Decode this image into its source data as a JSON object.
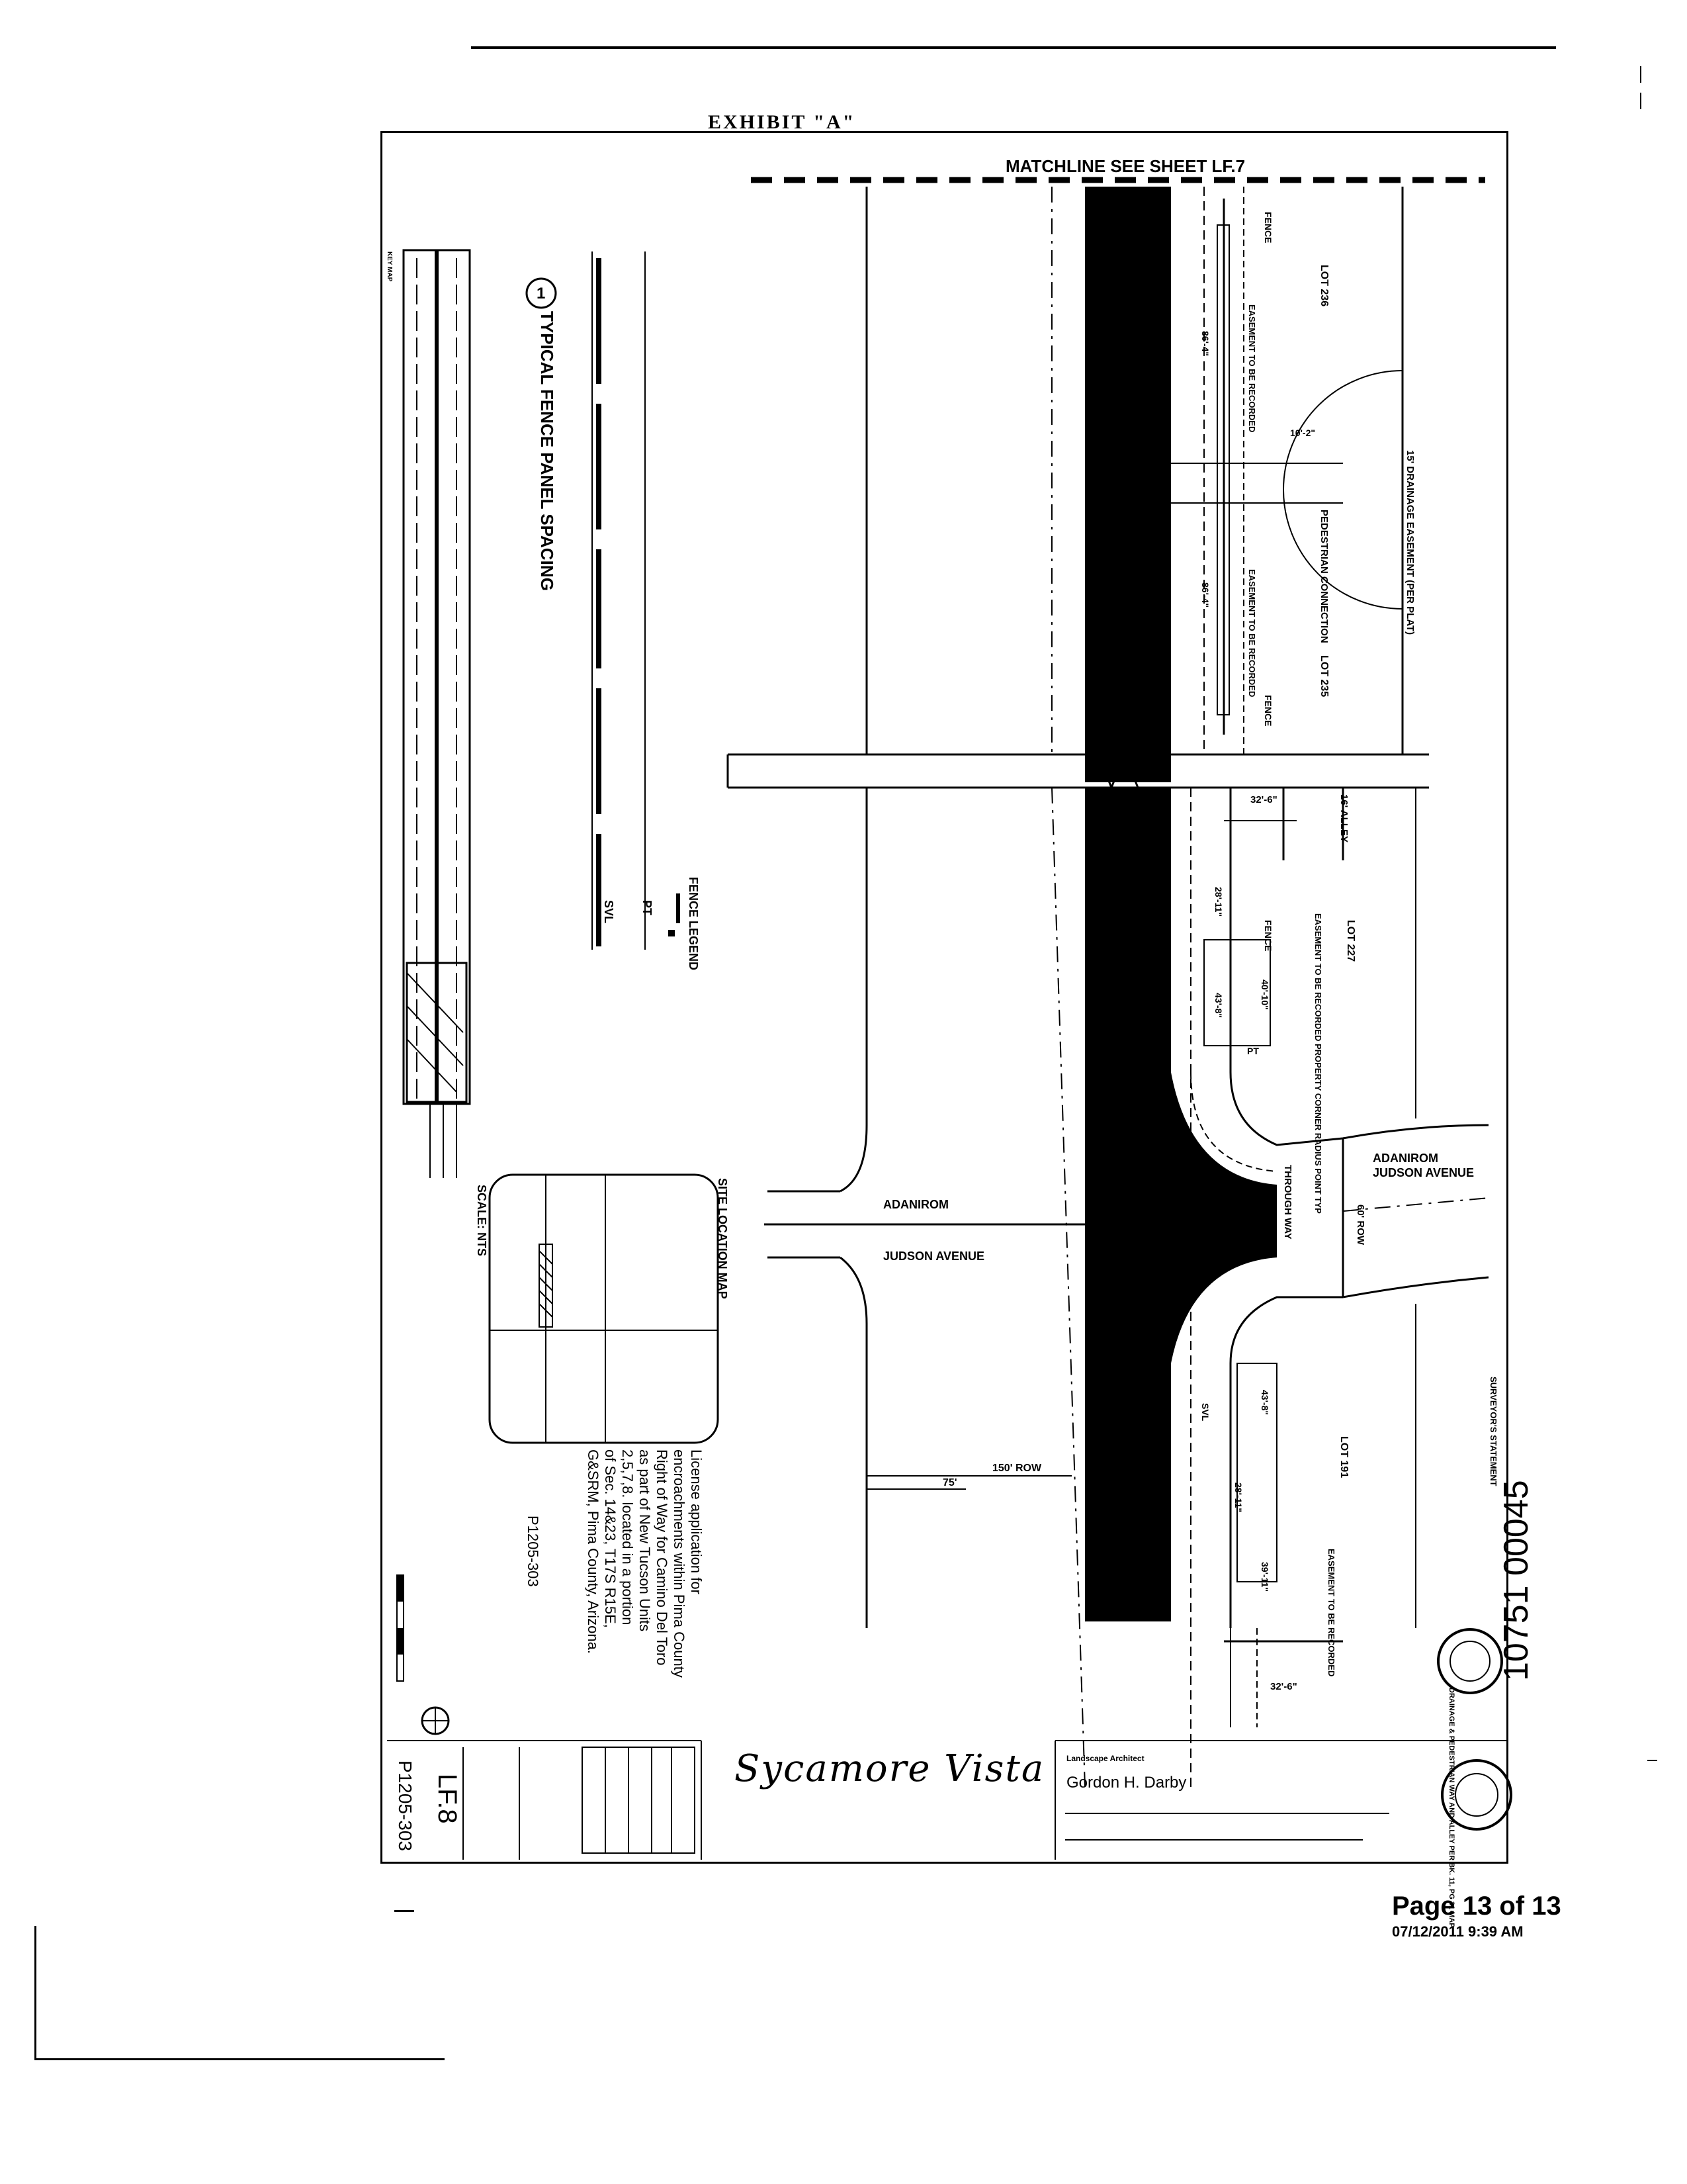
{
  "exhibit": {
    "title": "EXHIBIT \"A\""
  },
  "plan": {
    "matchline": "MATCHLINE SEE SHEET LF.7",
    "fence": "FENCE",
    "lot_236": "LOT 236",
    "lot_235": "LOT 235",
    "lot_227": "LOT 227",
    "lot_191": "LOT 191",
    "drainage_easement": "15' DRAINAGE EASEMENT (PER PLAT)",
    "pedestrian_connection": "PEDESTRIAN CONNECTION",
    "easement_recorded": "EASEMENT TO BE RECORDED",
    "alley": "16' ALLEY",
    "dim_32_6": "32'-6\"",
    "dim_86_4": "86'-4\"",
    "dim_10_2": "10'-2\"",
    "dim_40_10": "40'-10\"",
    "dim_43_8": "43'-8\"",
    "dim_28_11": "28'-11\"",
    "dim_39_11": "39'-11\"",
    "pt": "PT",
    "svl": "SVL",
    "property_corner": "EASEMENT TO BE RECORDED PROPERTY CORNER RADIUS POINT TYP",
    "through_way": "THROUGH WAY",
    "adanirom_right": "ADANIROM",
    "judson_right": "JUDSON AVENUE",
    "row_60": "60' ROW",
    "adanirom_left": "ADANIROM",
    "judson_left": "JUDSON AVENUE",
    "row_150": "150' ROW",
    "dim_75": "75'",
    "surveyors_statement": "SURVEYOR'S STATEMENT",
    "drainage_way": "DRAINAGE & PEDESTRIAN WAY AND ALLEY PER BK. 11, PG 31 MAP"
  },
  "left_panel": {
    "typical_fence": "TYPICAL FENCE PANEL SPACING",
    "detail_number": "1",
    "fence_legend": "FENCE LEGEND",
    "key_map": "KEY MAP",
    "site_location_map": "SITE LOCATION MAP",
    "scale_nts": "SCALE: NTS",
    "license_lines": [
      "License application for",
      "encroachments within Pima County",
      "Right of Way for Camino Del Toro",
      "as part of New Tucson Units",
      "2,5,7,8.   located in a portion",
      "of Sec. 14&23, T17S R15E,",
      "G&SRM, Pima County, Arizona."
    ],
    "project_number": "P1205-303"
  },
  "title_block": {
    "architect_label": "Landscape Architect",
    "architect_name": "Gordon H. Darby",
    "project_name": "Sycamore Vista",
    "sheet_id": "LF.8",
    "sheet_project": "P1205-303",
    "vertical_id": "10751 00045"
  },
  "footer": {
    "page": "Page 13 of 13",
    "stamp": "07/12/2011 9:39 AM"
  }
}
